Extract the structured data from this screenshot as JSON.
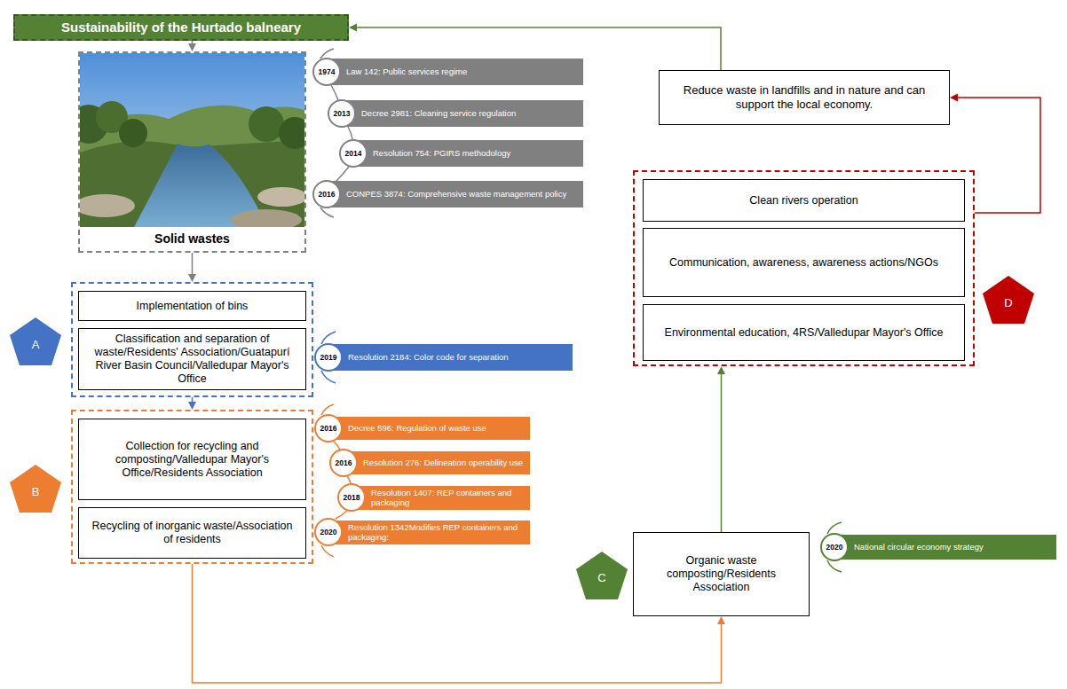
{
  "diagram": {
    "nodes": [
      {
        "text": [
          "Sustainability of the Hurtado balneary"
        ]
      },
      {
        "text": [
          "Solid wastes"
        ]
      },
      {
        "text": [
          "1974",
          "Law 142: Public services regime"
        ]
      },
      {
        "text": [
          "2013",
          "Decree 2981: Cleaning service regulation"
        ]
      },
      {
        "text": [
          "2014",
          "Resolution 754: PGIRS methodology"
        ]
      },
      {
        "text": [
          "2016",
          "CONPES 3874: Comprehensive waste management policy"
        ]
      },
      {
        "text": [
          "A"
        ]
      },
      {
        "text": [
          "Implementation of bins"
        ],
        "in": 6
      },
      {
        "text": [
          "Classification and separation of waste/Residents' Association/Guatapurí River Basin Council/Valledupar Mayor's Office"
        ],
        "in": 6
      },
      {
        "text": [
          "2019",
          "Resolution 2184: Color code for separation"
        ]
      },
      {
        "text": [
          "B"
        ]
      },
      {
        "text": [
          "Collection for recycling and composting/Valledupar Mayor's Office/Residents Association"
        ],
        "in": 10
      },
      {
        "text": [
          "Recycling of inorganic waste/Association of residents"
        ],
        "in": 10
      },
      {
        "text": [
          "2016",
          "Decree 596: Regulation of waste use"
        ]
      },
      {
        "text": [
          "2016",
          "Resolution 276: Delineation operability use"
        ]
      },
      {
        "text": [
          "2018",
          "Resolution 1407: REP containers and packaging"
        ]
      },
      {
        "text": [
          "2020",
          "Resolution 1342Modifies REP containers and packaging:"
        ]
      },
      {
        "text": [
          "Reduce waste in landfills and in nature and can support the local economy."
        ]
      },
      {
        "text": [
          "D"
        ]
      },
      {
        "text": [
          "Clean rivers operation"
        ],
        "in": 18
      },
      {
        "text": [
          "Communication, awareness, awareness actions/NGOs"
        ],
        "in": 18
      },
      {
        "text": [
          "Environmental education, 4RS/Valledupar Mayor's Office"
        ],
        "in": 18
      },
      {
        "text": [
          "C",
          "Organic waste composting/Residents Association"
        ]
      },
      {
        "text": [
          "2020",
          "National circular economy strategy"
        ]
      }
    ],
    "edges": [
      {
        "from": 0,
        "to": 1,
        "arrow": "to"
      },
      {
        "from": 1,
        "to": 6,
        "arrow": "to"
      },
      {
        "from": 6,
        "to": 10,
        "arrow": "to"
      },
      {
        "from": 10,
        "to": 22,
        "arrow": "to"
      },
      {
        "from": 22,
        "to": 18,
        "arrow": "to"
      },
      {
        "from": 18,
        "to": 17,
        "arrow": "to"
      },
      {
        "from": 17,
        "to": 0,
        "arrow": "to"
      }
    ]
  }
}
